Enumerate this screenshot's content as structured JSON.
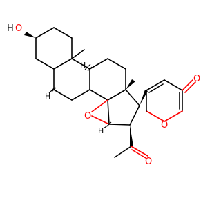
{
  "colors": {
    "bond": "#000000",
    "oxygen": "#ff0000",
    "background": "#ffffff"
  },
  "labels": {
    "hydroxyl_h": "H",
    "hydroxyl_o": "O",
    "epoxide_o": "O",
    "pyranone_carbonyl_o": "O",
    "pyranone_ring_o": "O",
    "acetyl_o": "O",
    "h_c5": "H",
    "h_c9": "H",
    "h_c15": "H"
  }
}
